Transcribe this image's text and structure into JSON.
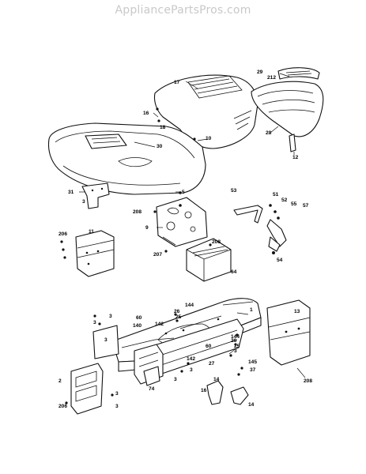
{
  "watermark": "AppliancePartsPros.com",
  "callouts": [
    "17",
    "29",
    "212",
    "16",
    "18",
    "30",
    "10",
    "28",
    "12",
    "31",
    "3",
    "5",
    "208",
    "53",
    "51",
    "52",
    "55",
    "57",
    "9",
    "11",
    "208",
    "207",
    "206",
    "54",
    "64",
    "1",
    "144",
    "26",
    "25",
    "3",
    "3",
    "60",
    "142",
    "13",
    "3",
    "140",
    "144",
    "60",
    "26",
    "25",
    "27",
    "3",
    "145",
    "37",
    "142",
    "3",
    "3",
    "2",
    "74",
    "208",
    "3",
    "14",
    "16",
    "14",
    "206",
    "3"
  ]
}
